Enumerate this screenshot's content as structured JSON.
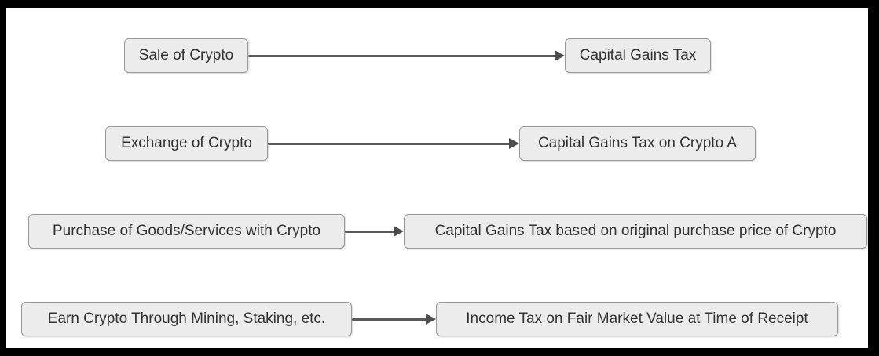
{
  "diagram": {
    "type": "flowchart",
    "orientation": "left-to-right",
    "colors": {
      "canvas_background": "#ffffff",
      "frame": "#000000",
      "node_fill": "#ececec",
      "node_border": "#999999",
      "node_text": "#333333",
      "edge": "#595959",
      "arrowhead": "#4d4d4d"
    },
    "rows": [
      {
        "source": "Sale of Crypto",
        "target": "Capital Gains Tax"
      },
      {
        "source": "Exchange of Crypto",
        "target": "Capital Gains Tax on Crypto A"
      },
      {
        "source": "Purchase of Goods/Services with Crypto",
        "target": "Capital Gains Tax based on original purchase price of Crypto"
      },
      {
        "source": "Earn Crypto Through Mining, Staking, etc.",
        "target": "Income Tax on Fair Market Value at Time of Receipt"
      }
    ]
  }
}
